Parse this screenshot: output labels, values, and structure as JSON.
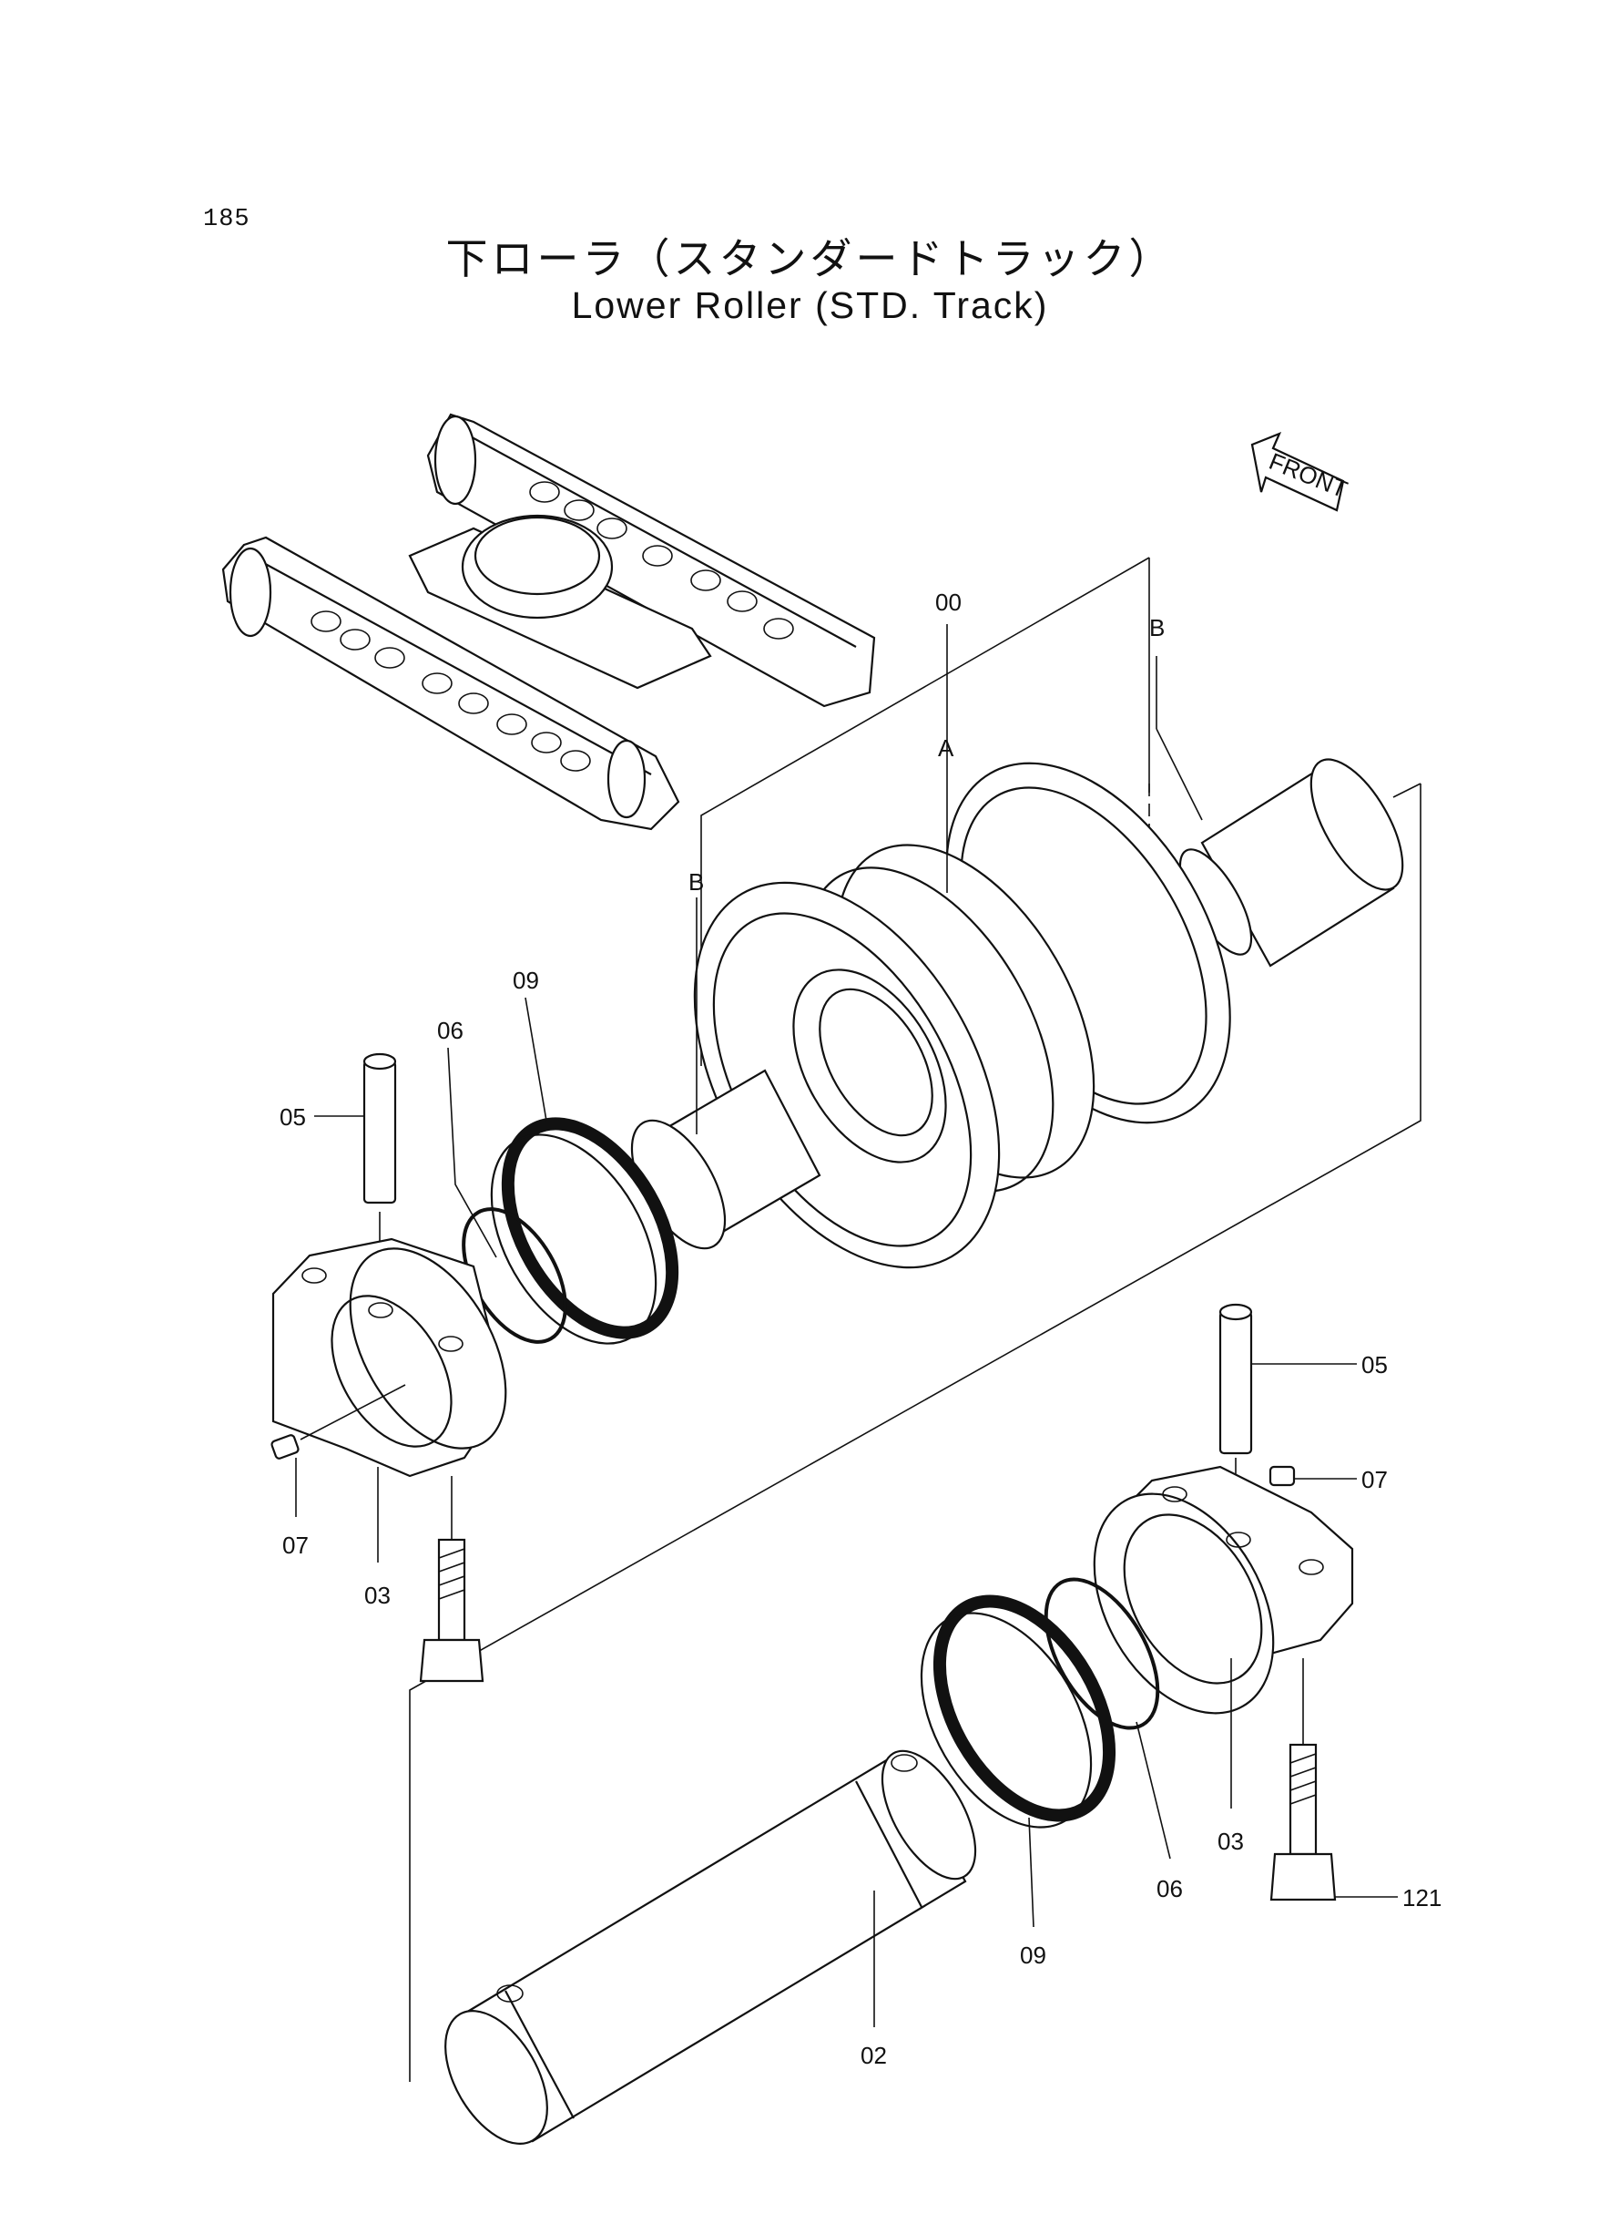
{
  "header": {
    "page_number": "185",
    "title_ja": "下ローラ（スタンダードトラック）",
    "title_en": "Lower Roller (STD. Track)"
  },
  "front_marker": "FRONT",
  "callouts": {
    "assembly": "00",
    "ref_a": "A",
    "ref_b_top": "B",
    "ref_b_left": "B",
    "pin_left": "05",
    "oring_left": "06",
    "seal_left": "09",
    "plug_left": "07",
    "collar_left": "03",
    "pin_right": "05",
    "plug_right": "07",
    "collar_right": "03",
    "oring_right": "06",
    "bolt_right": "121",
    "seal_right": "09",
    "shaft": "02"
  }
}
